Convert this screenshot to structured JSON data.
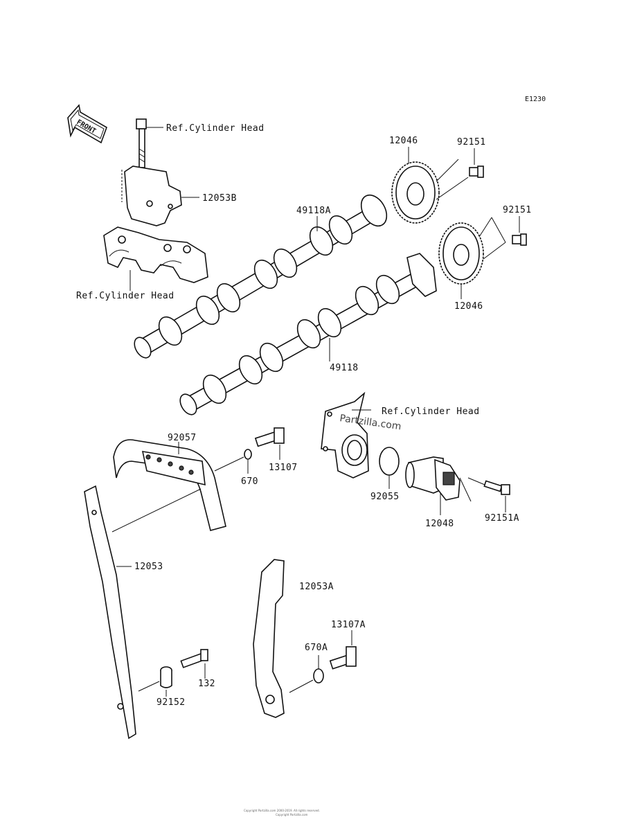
{
  "diagram_code": "E1230",
  "front_label": "FRONT",
  "watermark": "Partzilla.com",
  "labels": {
    "ref_cyl_head_1": "Ref.Cylinder Head",
    "p12053B": "12053B",
    "ref_cyl_head_2": "Ref.Cylinder Head",
    "p12046_top": "12046",
    "p92151_top": "92151",
    "p49118A": "49118A",
    "p92151_mid": "92151",
    "p12046_mid": "12046",
    "p49118": "49118",
    "ref_cyl_head_3": "Ref.Cylinder Head",
    "p92057": "92057",
    "p13107": "13107",
    "p670": "670",
    "p92055": "92055",
    "p12048": "12048",
    "p92151A": "92151A",
    "p12053": "12053",
    "p12053A": "12053A",
    "p13107A": "13107A",
    "p670A": "670A",
    "p132": "132",
    "p92152": "92152"
  },
  "footer": {
    "line1": "Copyright Partzilla.com 2000-2019. All rights reserved.",
    "line2": "Copyright Partzilla.com"
  }
}
